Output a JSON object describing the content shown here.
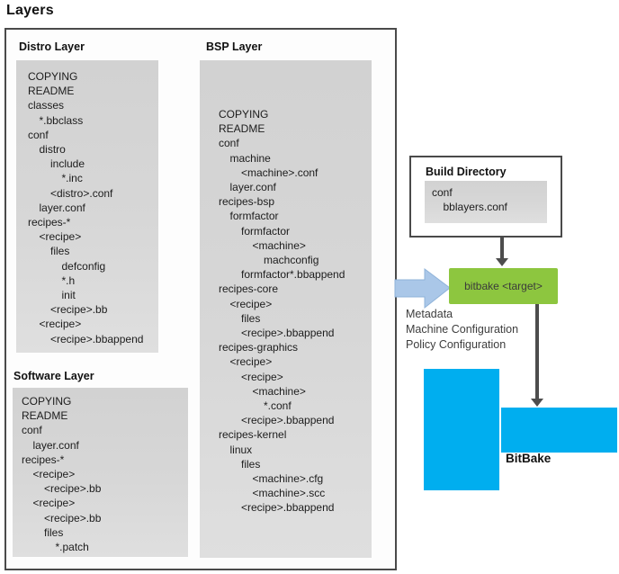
{
  "title": "Layers",
  "colors": {
    "green": "#8dc63f",
    "blue": "#00aeef",
    "arrow-dark": "#4d4d4d",
    "arrow-blue-fill": "#aac7e8",
    "arrow-blue-edge": "#8fb3d9",
    "tree-gray": "#d6d6d6",
    "border-dark": "#4a4a4a"
  },
  "layers_panel": {
    "distro_layer": {
      "label": "Distro Layer",
      "items": [
        {
          "text": "COPYING",
          "level": 0
        },
        {
          "text": "README",
          "level": 0
        },
        {
          "text": "classes",
          "level": 0
        },
        {
          "text": "*.bbclass",
          "level": 1
        },
        {
          "text": "conf",
          "level": 0
        },
        {
          "text": "distro",
          "level": 1
        },
        {
          "text": "include",
          "level": 2
        },
        {
          "text": "*.inc",
          "level": 3
        },
        {
          "text": "<distro>.conf",
          "level": 2
        },
        {
          "text": "layer.conf",
          "level": 1
        },
        {
          "text": "recipes-*",
          "level": 0
        },
        {
          "text": "<recipe>",
          "level": 1
        },
        {
          "text": "files",
          "level": 2
        },
        {
          "text": "defconfig",
          "level": 3
        },
        {
          "text": "*.h",
          "level": 3
        },
        {
          "text": "init",
          "level": 3
        },
        {
          "text": "<recipe>.bb",
          "level": 2
        },
        {
          "text": "<recipe>",
          "level": 1
        },
        {
          "text": "<recipe>.bbappend",
          "level": 2
        }
      ]
    },
    "bsp_layer": {
      "label": "BSP Layer",
      "items": [
        {
          "text": "COPYING",
          "level": 0
        },
        {
          "text": "README",
          "level": 0
        },
        {
          "text": "conf",
          "level": 0
        },
        {
          "text": "machine",
          "level": 1
        },
        {
          "text": "<machine>.conf",
          "level": 2
        },
        {
          "text": "layer.conf",
          "level": 1
        },
        {
          "text": "recipes-bsp",
          "level": 0
        },
        {
          "text": "formfactor",
          "level": 1
        },
        {
          "text": "formfactor",
          "level": 2
        },
        {
          "text": "<machine>",
          "level": 3
        },
        {
          "text": "machconfig",
          "level": 4
        },
        {
          "text": "formfactor*.bbappend",
          "level": 2
        },
        {
          "text": "recipes-core",
          "level": 0
        },
        {
          "text": "<recipe>",
          "level": 1
        },
        {
          "text": "files",
          "level": 2
        },
        {
          "text": "<recipe>.bbappend",
          "level": 2
        },
        {
          "text": "recipes-graphics",
          "level": 0
        },
        {
          "text": "<recipe>",
          "level": 1
        },
        {
          "text": "<recipe>",
          "level": 2
        },
        {
          "text": "<machine>",
          "level": 3
        },
        {
          "text": "*.conf",
          "level": 4
        },
        {
          "text": "<recipe>.bbappend",
          "level": 2
        },
        {
          "text": "recipes-kernel",
          "level": 0
        },
        {
          "text": "linux",
          "level": 1
        },
        {
          "text": "files",
          "level": 2
        },
        {
          "text": "<machine>.cfg",
          "level": 3
        },
        {
          "text": "<machine>.scc",
          "level": 3
        },
        {
          "text": "<recipe>.bbappend",
          "level": 2
        }
      ]
    },
    "software_layer": {
      "label": "Software Layer",
      "items": [
        {
          "text": "COPYING",
          "level": 0
        },
        {
          "text": "README",
          "level": 0
        },
        {
          "text": "conf",
          "level": 0
        },
        {
          "text": "layer.conf",
          "level": 1
        },
        {
          "text": "recipes-*",
          "level": 0
        },
        {
          "text": "<recipe>",
          "level": 1
        },
        {
          "text": "<recipe>.bb",
          "level": 2
        },
        {
          "text": "<recipe>",
          "level": 1
        },
        {
          "text": "<recipe>.bb",
          "level": 2
        },
        {
          "text": "files",
          "level": 2
        },
        {
          "text": "*.patch",
          "level": 3
        }
      ]
    }
  },
  "build_directory": {
    "label": "Build Directory",
    "items": [
      {
        "text": "conf",
        "level": 0
      },
      {
        "text": "bblayers.conf",
        "level": 1
      }
    ]
  },
  "bitbake_command": {
    "label": "bitbake <target>"
  },
  "annotations": [
    "Metadata",
    "Machine Configuration",
    "Policy Configuration"
  ],
  "bitbake": {
    "label": "BitBake"
  }
}
